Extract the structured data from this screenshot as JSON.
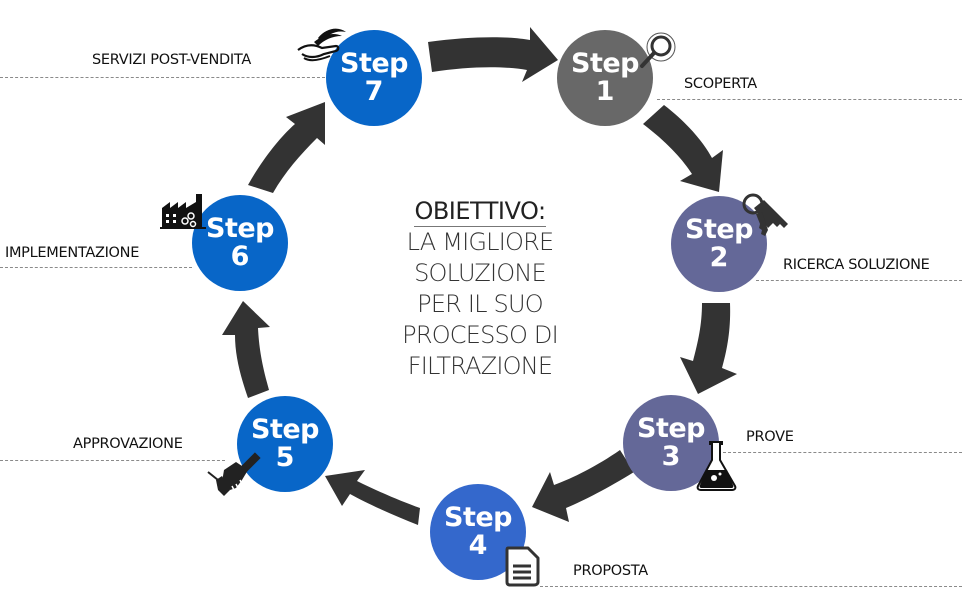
{
  "center": {
    "heading": "OBIETTIVO:",
    "lines": [
      "LA MIGLIORE",
      "SOLUZIONE",
      "PER IL SUO",
      "PROCESSO DI",
      "FILTRAZIONE"
    ]
  },
  "steps": [
    {
      "word": "Step",
      "number": "1",
      "label": "SCOPERTA",
      "icon": "magnifier-icon",
      "color": "#686868"
    },
    {
      "word": "Step",
      "number": "2",
      "label": "RICERCA SOLUZIONE",
      "icon": "keys-icon",
      "color": "#646898"
    },
    {
      "word": "Step",
      "number": "3",
      "label": "PROVE",
      "icon": "flask-icon",
      "color": "#646898"
    },
    {
      "word": "Step",
      "number": "4",
      "label": "PROPOSTA",
      "icon": "document-icon",
      "color": "#3468cc"
    },
    {
      "word": "Step",
      "number": "5",
      "label": "APPROVAZIONE",
      "icon": "handshake-icon",
      "color": "#0866c8"
    },
    {
      "word": "Step",
      "number": "6",
      "label": "IMPLEMENTAZIONE",
      "icon": "factory-icon",
      "color": "#0866c8"
    },
    {
      "word": "Step",
      "number": "7",
      "label": "SERVIZI POST-VENDITA",
      "icon": "hand-water-icon",
      "color": "#0866c8"
    }
  ],
  "colors": {
    "arrow": "#333333",
    "leader": "#8a8a8a"
  }
}
